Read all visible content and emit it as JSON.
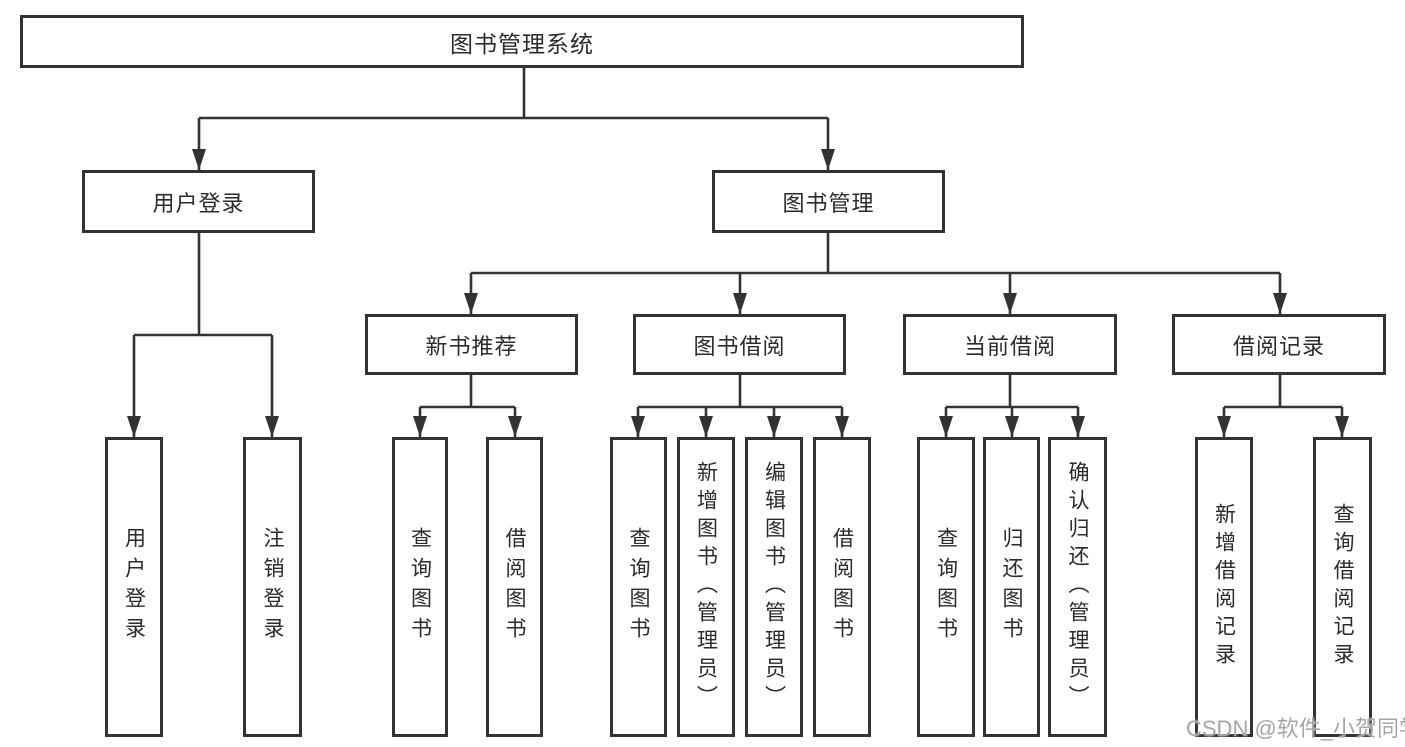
{
  "diagram": {
    "colors": {
      "line": "#333333",
      "box_border": "#333333",
      "box_fill": "#ffffff",
      "text": "#2b2b2b",
      "watermark": "#a6a6a6"
    },
    "nodes": {
      "root": {
        "label": "图书管理系统"
      },
      "user_login": {
        "label": "用户登录"
      },
      "book_mgmt": {
        "label": "图书管理"
      },
      "new_book_rec": {
        "label": "新书推荐"
      },
      "book_borrow": {
        "label": "图书借阅"
      },
      "current_borrow": {
        "label": "当前借阅"
      },
      "borrow_records": {
        "label": "借阅记录"
      },
      "login_leaf": {
        "label": "用户登录"
      },
      "logout_leaf": {
        "label": "注销登录"
      },
      "rec_query": {
        "label": "查询图书"
      },
      "rec_borrow": {
        "label": "借阅图书"
      },
      "bb_query": {
        "label": "查询图书"
      },
      "bb_add": {
        "label": "新增图书（管理员）"
      },
      "bb_edit": {
        "label": "编辑图书（管理员）"
      },
      "bb_borrow": {
        "label": "借阅图书"
      },
      "cb_query": {
        "label": "查询图书"
      },
      "cb_return": {
        "label": "归还图书"
      },
      "cb_confirm": {
        "label": "确认归还（管理员）"
      },
      "br_add": {
        "label": "新增借阅记录"
      },
      "br_query": {
        "label": "查询借阅记录"
      }
    },
    "watermark": {
      "text": "CSDN @软件_小贺同学"
    }
  }
}
